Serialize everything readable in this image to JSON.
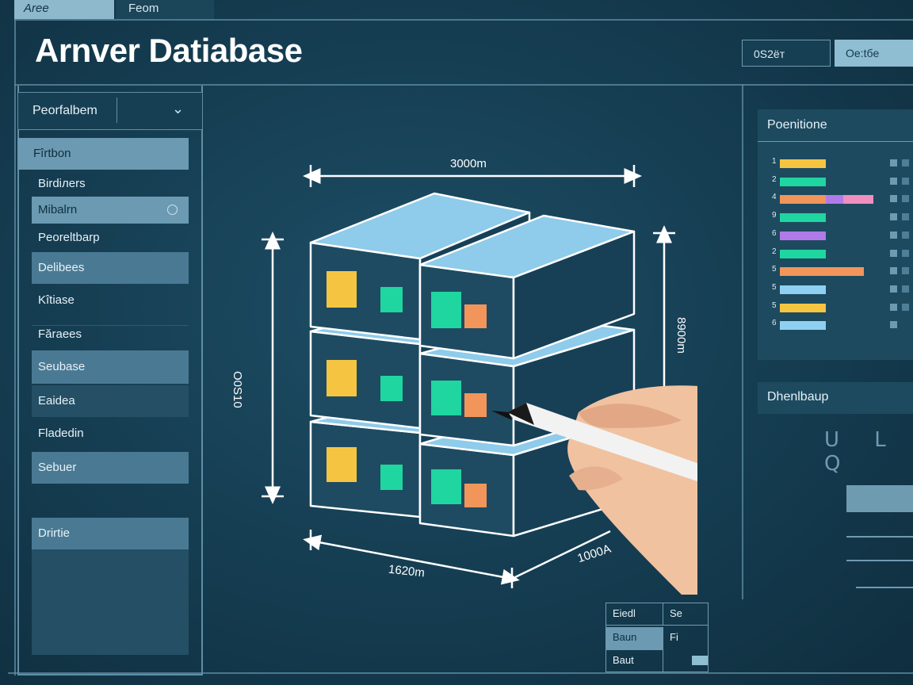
{
  "tabs": [
    "Aree",
    "Feom"
  ],
  "app_title": "Arnver Datiabase",
  "header_buttons": [
    "0S2ёт",
    "Oe:tбe"
  ],
  "sidebar": {
    "dropdown_label": "Peorfalbem",
    "items": [
      {
        "label": "Fîrtbon"
      },
      {
        "label": "Birdiлеrs"
      },
      {
        "label": "Mibalrn"
      },
      {
        "label": "Peoreltbarp"
      },
      {
        "label": "Delibees"
      },
      {
        "label": "Kîtiase"
      },
      {
        "label": "Făraees"
      },
      {
        "label": "Seubase"
      },
      {
        "label": "Eaidea"
      },
      {
        "label": "Fladedin"
      },
      {
        "label": "Sebuer"
      },
      {
        "label": "Drirtie"
      }
    ]
  },
  "diagram": {
    "dim_top": "3000m",
    "dim_left": "O0S10",
    "dim_right": "8900m",
    "dim_bottom_left": "1620m",
    "dim_bottom_right": "1000A"
  },
  "right_panel": {
    "title": "Poenitione",
    "rows": [
      {
        "num": "1",
        "segments": [
          {
            "color": "#f5c542",
            "w": 0.36
          }
        ]
      },
      {
        "num": "2",
        "segments": [
          {
            "color": "#1fd6a0",
            "w": 0.36
          }
        ]
      },
      {
        "num": "4",
        "segments": [
          {
            "color": "#f2955a",
            "w": 0.36
          },
          {
            "color": "#b07be8",
            "w": 0.14
          },
          {
            "color": "#ef8fbf",
            "w": 0.24
          }
        ]
      },
      {
        "num": "9",
        "segments": [
          {
            "color": "#1fd6a0",
            "w": 0.36
          }
        ]
      },
      {
        "num": "6",
        "segments": [
          {
            "color": "#b07be8",
            "w": 0.36
          }
        ]
      },
      {
        "num": "2",
        "segments": [
          {
            "color": "#1fd6a0",
            "w": 0.36
          }
        ]
      },
      {
        "num": "5",
        "segments": [
          {
            "color": "#f2955a",
            "w": 0.66
          }
        ]
      },
      {
        "num": "5",
        "segments": [
          {
            "color": "#8fd0f2",
            "w": 0.36
          }
        ]
      },
      {
        "num": "5",
        "segments": [
          {
            "color": "#f5c542",
            "w": 0.36
          }
        ]
      },
      {
        "num": "6",
        "segments": [
          {
            "color": "#8fd0f2",
            "w": 0.36
          }
        ]
      }
    ]
  },
  "right_panel2": {
    "title": "Dhenlbaup",
    "glyphs": "U L Q"
  },
  "table": {
    "cells": [
      "Eiedl",
      "Se",
      "Baun",
      "Fi",
      "Baut"
    ]
  },
  "colors": {
    "accent": "#8fbdd2",
    "line": "#5f8ea6",
    "bg": "#143a4d"
  }
}
